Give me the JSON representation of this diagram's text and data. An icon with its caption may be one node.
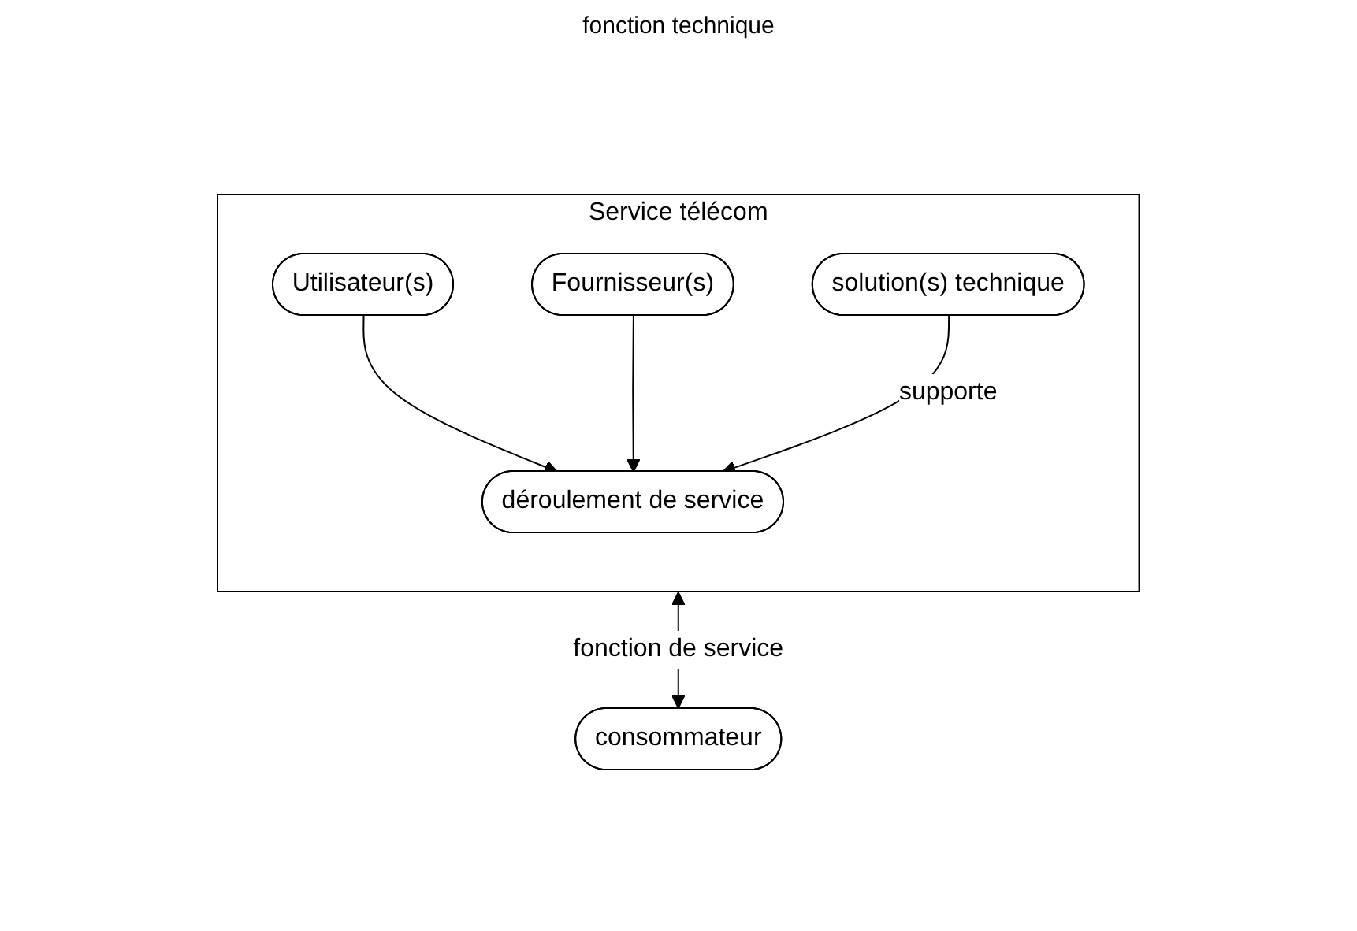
{
  "diagram": {
    "nodes": [
      {
        "text": [
          "Service télécom"
        ]
      },
      {
        "text": [
          "Utilisateur(s)"
        ],
        "in": 0
      },
      {
        "text": [
          "Fournisseur(s)"
        ],
        "in": 0
      },
      {
        "text": [
          "déroulement de service"
        ],
        "in": 0
      },
      {
        "text": [
          "solution(s) technique"
        ],
        "in": 0
      },
      {
        "text": [
          "consommateur"
        ]
      }
    ],
    "edges": [
      {
        "from": 1,
        "to": 3,
        "arrow": "to"
      },
      {
        "from": 2,
        "to": 3,
        "arrow": "to"
      },
      {
        "from": 4,
        "to": 3,
        "arrow": "to",
        "label": "supporte"
      },
      {
        "from": 0,
        "to": 5,
        "arrow": "both",
        "label": "fonction de service"
      }
    ],
    "labels": [
      "fonction technique"
    ]
  }
}
